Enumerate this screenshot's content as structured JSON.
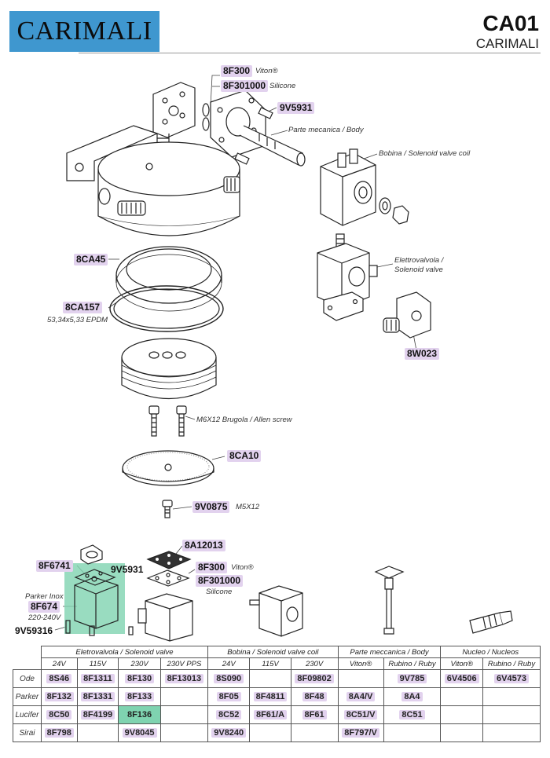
{
  "header": {
    "logo": "CARIMALI",
    "code": "CA01",
    "brand": "CARIMALI"
  },
  "parts": {
    "p8f300": "8F300",
    "viton": "Viton®",
    "p8f301000": "8F301000",
    "silicone": "Silicone",
    "p9v5931": "9V5931",
    "body_note": "Parte mecanica / Body",
    "coil_note": "Bobina / Solenoid valve coil",
    "p8ca45": "8CA45",
    "valve_note": "Elettrovalvola / Solenoid valve",
    "p8ca157": "8CA157",
    "epdm": "53,34x5,33 EPDM",
    "p8w023": "8W023",
    "screw_note": "M6X12 Brugola / Allen screw",
    "p8ca10": "8CA10",
    "p9v0875": "9V0875",
    "m5": "M5X12"
  },
  "lower": {
    "p8a12013": "8A12013",
    "p8f6741": "8F6741",
    "p9v5931": "9V5931",
    "p8f300": "8F300",
    "viton": "Viton®",
    "p8f301000": "8F301000",
    "silicone": "Silicone",
    "parker_inox": "Parker Inox",
    "p8f674": "8F674",
    "voltage": "220-240V",
    "p9v59316": "9V59316"
  },
  "table": {
    "groups": [
      "Eletrovalvola / Solenoid valve",
      "Bobina / Solenoid valve coil",
      "Parte meccanica / Body",
      "Nucleo / Nucleos"
    ],
    "sub": [
      "24V",
      "115V",
      "230V",
      "230V PPS",
      "24V",
      "115V",
      "230V",
      "Viton®",
      "Rubino / Ruby",
      "Viton®",
      "Rubino / Ruby"
    ],
    "rows": [
      {
        "brand": "Ode",
        "cells": [
          "8S46",
          "8F1311",
          "8F130",
          "8F13013",
          "8S090",
          "",
          "8F09802",
          "",
          "9V785",
          "6V4506",
          "6V4573"
        ]
      },
      {
        "brand": "Parker",
        "cells": [
          "8F132",
          "8F1331",
          "8F133",
          "",
          "8F05",
          "8F4811",
          "8F48",
          "8A4/V",
          "8A4",
          "",
          ""
        ]
      },
      {
        "brand": "Lucifer",
        "cells": [
          "8C50",
          "8F4199",
          "8F136",
          "",
          "8C52",
          "8F61/A",
          "8F61",
          "8C51/V",
          "8C51",
          "",
          ""
        ]
      },
      {
        "brand": "Sirai",
        "cells": [
          "8F798",
          "",
          "9V8045",
          "",
          "9V8240",
          "",
          "",
          "8F797/V",
          "",
          "",
          ""
        ]
      }
    ],
    "highlight_color": "#7fd3b0",
    "label_color": "#e2d2ee"
  }
}
